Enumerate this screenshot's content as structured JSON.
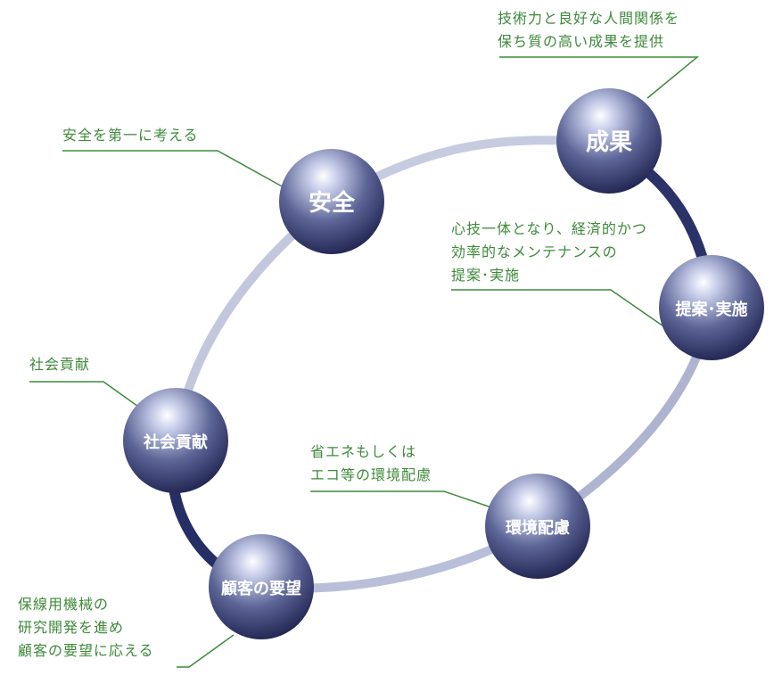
{
  "nodes": {
    "result": "成果",
    "safety": "安全",
    "proposal": "提案･実施",
    "social": "社会貢献",
    "environment": "環境配慮",
    "customer": "顧客の要望"
  },
  "annotations": {
    "result": [
      "技術力と良好な人間関係を",
      "保ち質の高い成果を提供"
    ],
    "safety": [
      "安全を第一に考える"
    ],
    "proposal": [
      "心技一体となり、経済的かつ",
      "効率的なメンテナンスの",
      "提案･実施"
    ],
    "social": [
      "社会貢献"
    ],
    "environment": [
      "省エネもしくは",
      "エコ等の環境配慮"
    ],
    "customer": [
      "保線用機械の",
      "研究開発を進め",
      "顧客の要望に応える"
    ]
  },
  "colors": {
    "annotation_text": "#3e8a3a",
    "leader_line": "#3e8a3a",
    "ring_light": "#c5cae0",
    "ring_dark": "#262e66",
    "sphere_dark": "#1c2050",
    "sphere_light": "#b4bde2"
  }
}
